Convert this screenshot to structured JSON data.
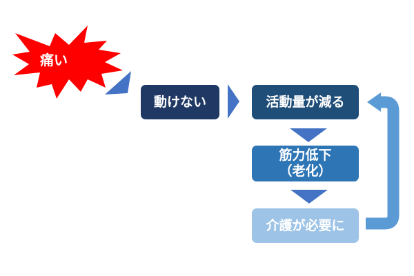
{
  "burst": {
    "label": "痛い",
    "color": "#ff0000"
  },
  "boxes": [
    {
      "label": "動けない",
      "color": "#1f3864"
    },
    {
      "label": "活動量が減る",
      "color": "#1f4e79"
    },
    {
      "label_line1": "筋力低下",
      "label_line2": "（老化）",
      "color": "#2e75b6"
    },
    {
      "label": "介護が必要に",
      "color": "#9dc3e6"
    }
  ],
  "arrow_color": "#4472c4",
  "loop_arrow_color": "#5b9bd5"
}
